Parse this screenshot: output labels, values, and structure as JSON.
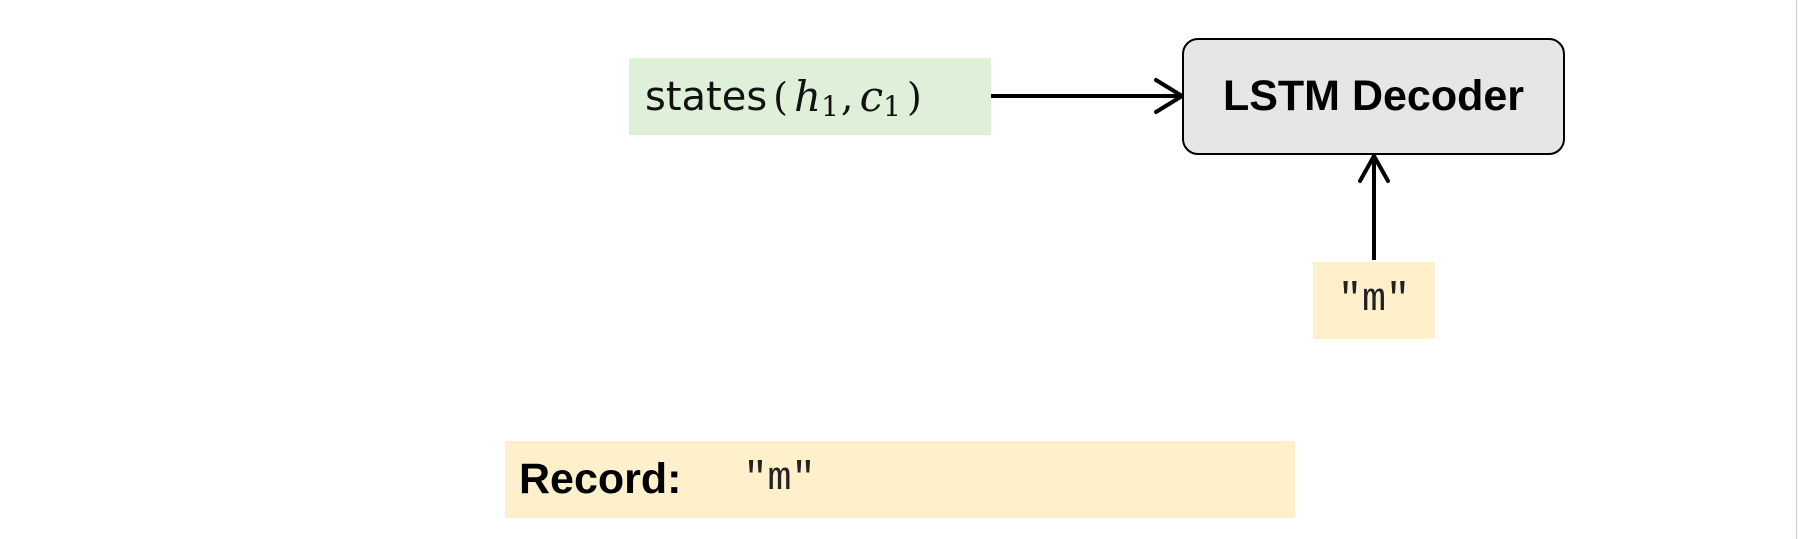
{
  "states": {
    "prefix": "states",
    "open_paren": "(",
    "h_var": "h",
    "h_sub": "1",
    "comma": ",",
    "c_var": "c",
    "c_sub": "1",
    "close_paren": ")"
  },
  "decoder": {
    "label": "LSTM Decoder"
  },
  "input_token": {
    "text": "\"m\""
  },
  "record": {
    "label": "Record:",
    "value": "\"m\""
  },
  "colors": {
    "states_fill": "#dff0d8",
    "decoder_fill": "#e6e6e6",
    "token_fill": "#fff0cc",
    "arrow": "#000000"
  }
}
